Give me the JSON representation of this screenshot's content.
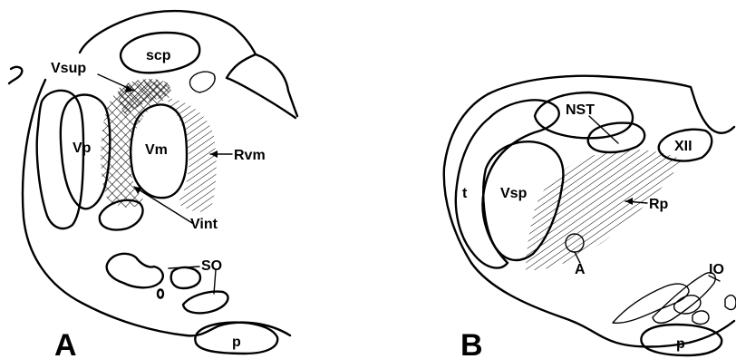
{
  "panels": [
    {
      "letter": "A",
      "labels": {
        "vsup": "Vsup",
        "scp": "scp",
        "vp": "Vp",
        "vm": "Vm",
        "rvm": "Rvm",
        "vint": "Vint",
        "so": "SO",
        "p": "p"
      }
    },
    {
      "letter": "B",
      "labels": {
        "nst": "NST",
        "xii": "XII",
        "t": "t",
        "vsp": "Vsp",
        "rp": "Rp",
        "a": "A",
        "io": "IO",
        "p": "p"
      }
    }
  ]
}
